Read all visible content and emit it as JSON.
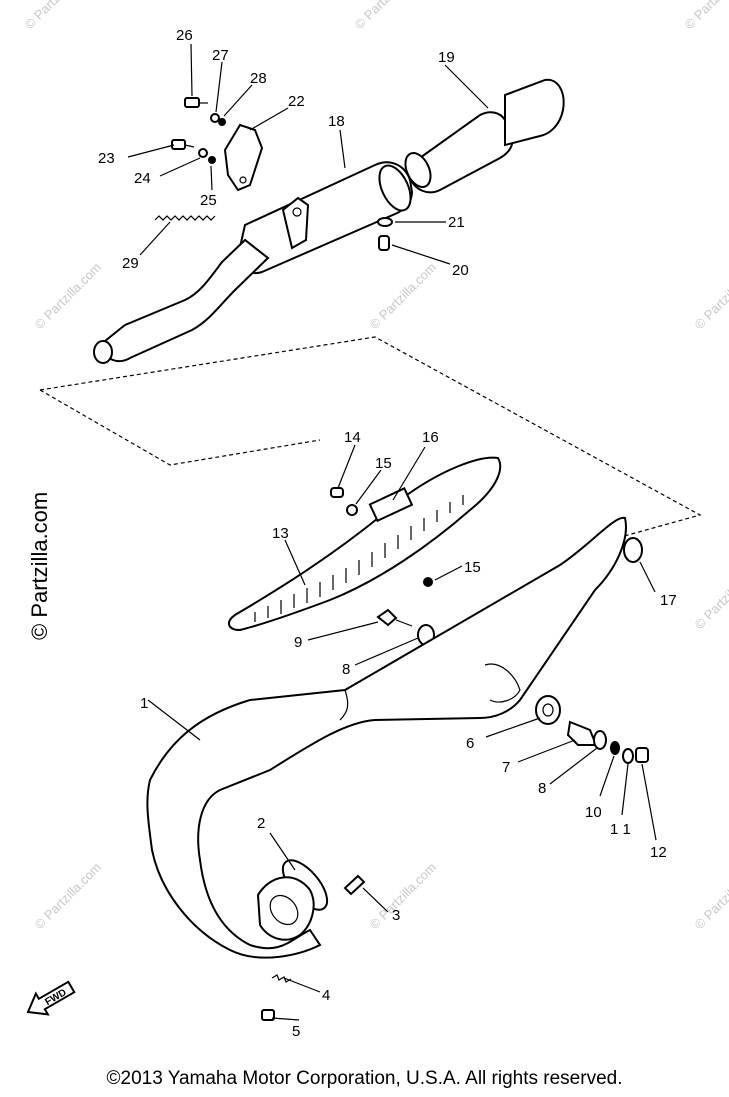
{
  "watermark": {
    "side_text": "© Partzilla.com",
    "tile_text": "© Partzilla.com"
  },
  "callouts": {
    "c1": "1",
    "c2": "2",
    "c3": "3",
    "c4": "4",
    "c5": "5",
    "c6": "6",
    "c7": "7",
    "c8a": "8",
    "c8b": "8",
    "c9": "9",
    "c10": "10",
    "c11": "1 1",
    "c12": "12",
    "c13": "13",
    "c14": "14",
    "c15a": "15",
    "c15b": "15",
    "c16": "16",
    "c17": "17",
    "c18": "18",
    "c19": "19",
    "c20": "20",
    "c21": "21",
    "c22": "22",
    "c23": "23",
    "c24": "24",
    "c25": "25",
    "c26": "26",
    "c27": "27",
    "c28": "28",
    "c29": "29"
  },
  "fwd_label": "FWD",
  "copyright": "©2013  Yamaha Motor Corporation, U.S.A. All rights reserved."
}
